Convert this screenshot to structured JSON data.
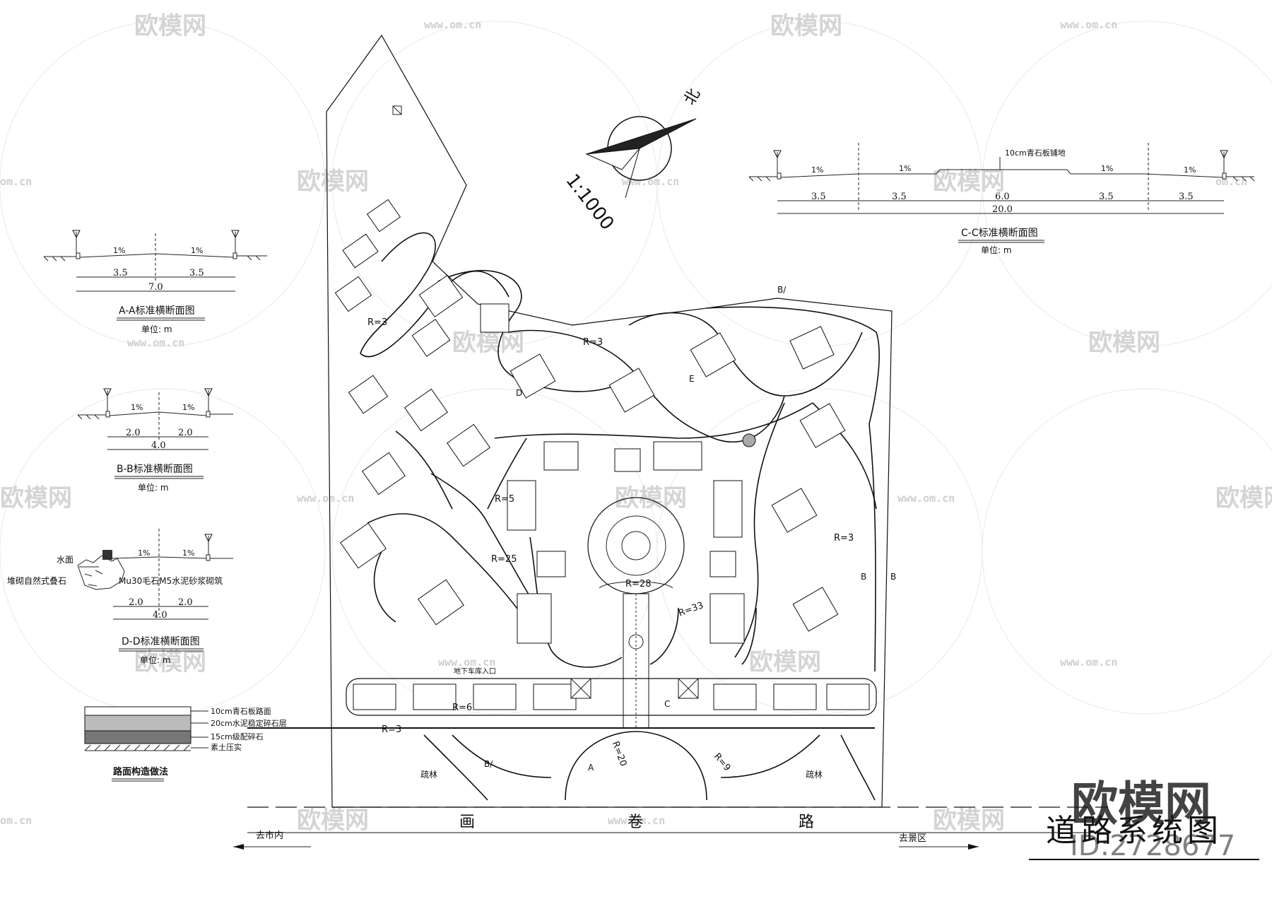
{
  "title": "道路系统图",
  "watermark": {
    "brand": "欧模网",
    "url": "www.om.cn",
    "url_short": "om.cn",
    "id_text": "ID:2728677"
  },
  "plan": {
    "north_label": "北",
    "scale_label": "1:1000",
    "road_name_chars": [
      "画",
      "卷",
      "路"
    ],
    "to_city": "去市内",
    "to_scenic": "去景区",
    "sparse_forest": "疏林",
    "parking_entrance": "地下车库入口",
    "radius_labels": [
      "R=3",
      "R=5",
      "R=6",
      "R=25",
      "R=28",
      "R=20",
      "R=33",
      "R=9"
    ],
    "section_markers": [
      "A",
      "B",
      "C",
      "D",
      "E",
      "B/"
    ]
  },
  "sections": [
    {
      "id": "A",
      "slopes": [
        "1%",
        "1%"
      ],
      "dims": [
        "3.5",
        "3.5"
      ],
      "total": "7.0",
      "title": "A-A标准横断面图",
      "unit": "单位: m"
    },
    {
      "id": "B",
      "slopes": [
        "1%",
        "1%"
      ],
      "dims": [
        "2.0",
        "2.0"
      ],
      "total": "4.0",
      "title": "B-B标准横断面图",
      "unit": "单位: m"
    },
    {
      "id": "D",
      "slopes": [
        "1%",
        "1%"
      ],
      "dims": [
        "2.0",
        "2.0"
      ],
      "total": "4.0",
      "title": "D-D标准横断面图",
      "unit": "单位: m",
      "water_label": "水面",
      "stone_label": "堆砌自然式叠石",
      "masonry_label": "Mu30毛石M5水泥砂浆砌筑"
    },
    {
      "id": "C",
      "slopes": [
        "1%",
        "1%",
        "1%",
        "1%"
      ],
      "dims": [
        "3.5",
        "3.5",
        "6.0",
        "3.5",
        "3.5"
      ],
      "total": "20.0",
      "title": "C-C标准横断面图",
      "unit": "单位: m",
      "paving_note": "10cm青石板铺地"
    }
  ],
  "pavement": {
    "title": "路面构造做法",
    "layers": [
      "10cm青石板路面",
      "20cm水泥稳定碎石层",
      "15cm级配碎石",
      "素土压实"
    ]
  }
}
